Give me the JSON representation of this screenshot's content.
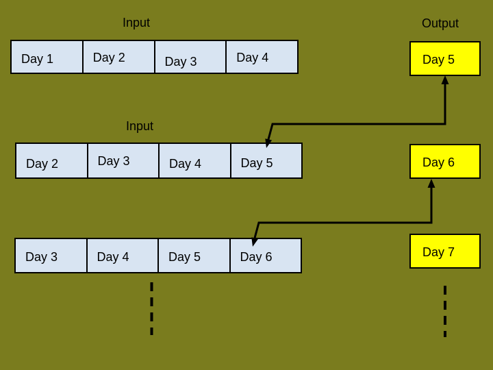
{
  "diagram": {
    "labels": {
      "input_top": "Input",
      "input_middle": "Input",
      "output": "Output"
    },
    "input_rows": [
      {
        "cells": [
          "Day 1",
          "Day 2",
          "Day 3",
          "Day 4"
        ]
      },
      {
        "cells": [
          "Day 2",
          "Day 3",
          "Day 4",
          "Day 5"
        ]
      },
      {
        "cells": [
          "Day 3",
          "Day 4",
          "Day 5",
          "Day 6"
        ]
      }
    ],
    "output_boxes": [
      "Day 5",
      "Day 6",
      "Day 7"
    ],
    "connections": [
      {
        "from": "output Day 5",
        "to": "input row 2 cell Day 5",
        "style": "elbow-double-arrow"
      },
      {
        "from": "output Day 6",
        "to": "input row 3 cell Day 6",
        "style": "elbow-double-arrow"
      }
    ],
    "icons": {
      "left_continuation": "dashed-vertical-ellipsis",
      "right_continuation": "dashed-vertical-ellipsis"
    },
    "colors": {
      "background": "#7a7c1e",
      "input_cell_fill": "#d8e4f2",
      "output_fill": "#ffff00",
      "line": "#000000"
    }
  }
}
